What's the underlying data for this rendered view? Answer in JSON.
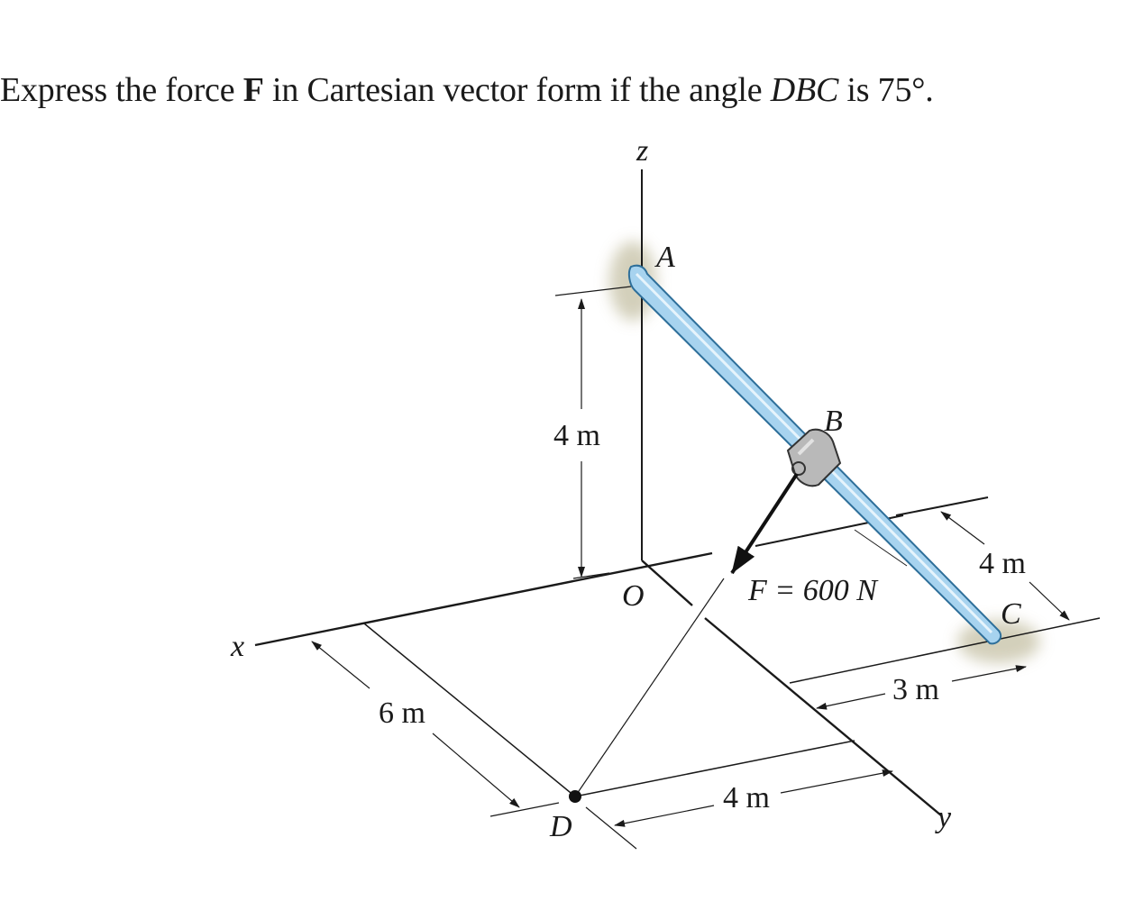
{
  "problem": {
    "text_before_f": "Express the force ",
    "force_symbol": "F",
    "text_after_f": " in Cartesian vector form if the angle ",
    "angle_name": "DBC",
    "text_end": " is 75°."
  },
  "figure": {
    "axis_labels": {
      "x": "x",
      "y": "y",
      "z": "z"
    },
    "points": {
      "O": "O",
      "A": "A",
      "B": "B",
      "C": "C",
      "D": "D"
    },
    "dimensions": {
      "height_A": "4 m",
      "length_BC": "4 m",
      "dist_x_D": "6 m",
      "dist_y_D": "4 m",
      "dist_C_y": "3 m"
    },
    "force_label": "F = 600 N",
    "colors": {
      "rod": "#a7d3ef",
      "rod_edge": "#2e6f9a",
      "collar": "#b9b9b9",
      "line": "#1a1a1a",
      "shadow": "#cfcbb4"
    }
  }
}
